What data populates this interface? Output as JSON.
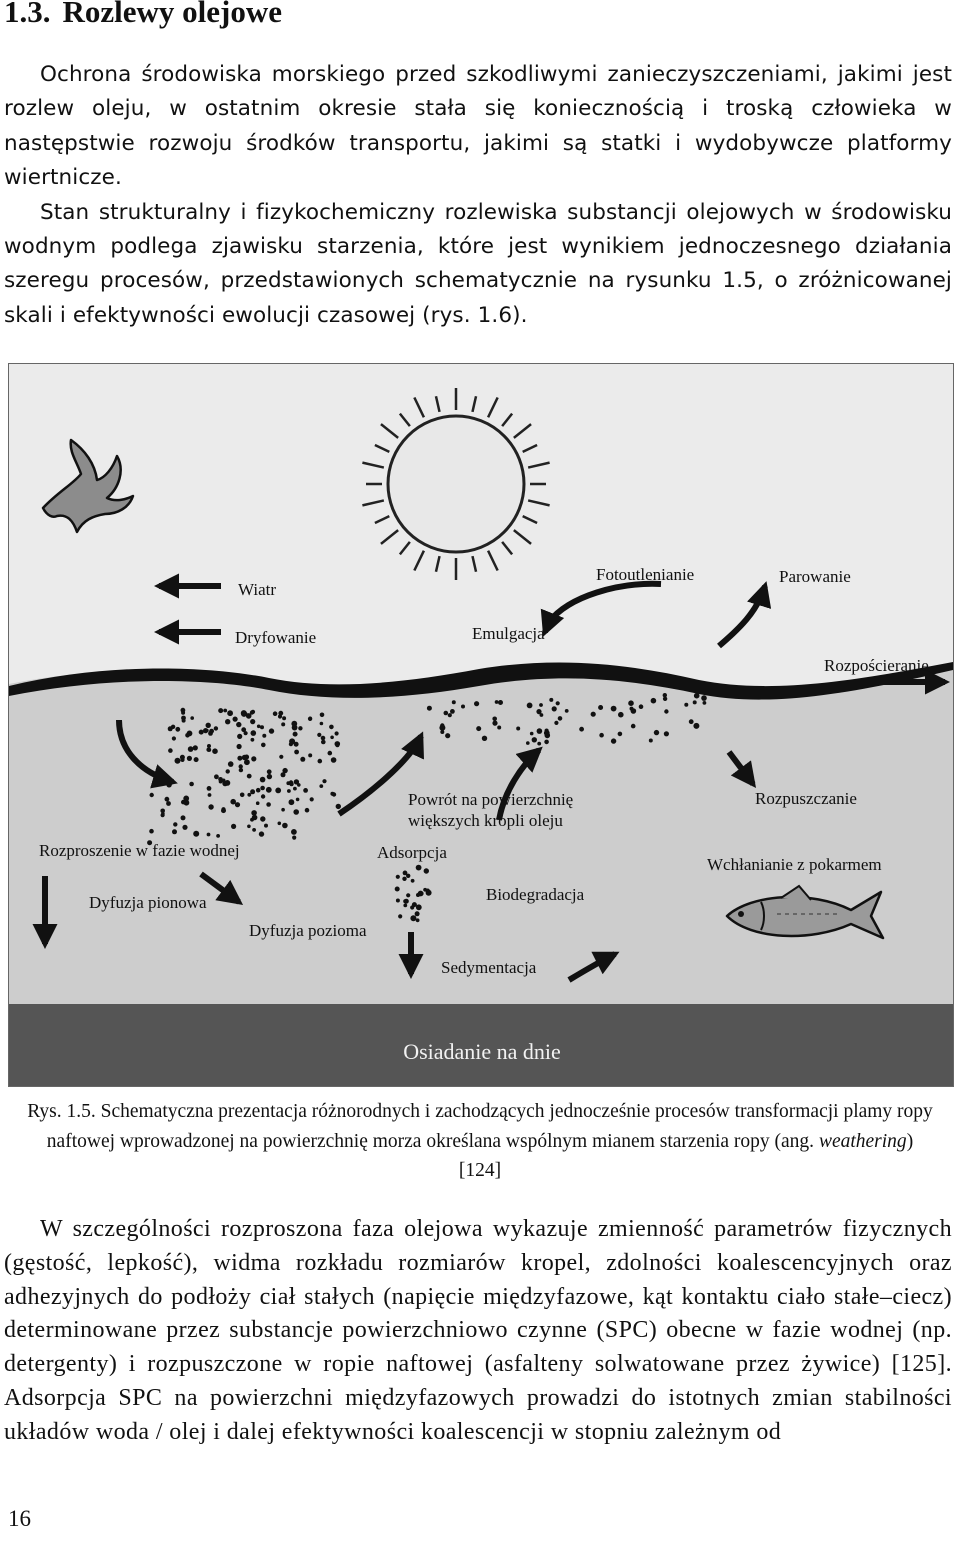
{
  "section": {
    "number": "1.3.",
    "title": "Rozlewy olejowe"
  },
  "paragraphs": {
    "p1": "Ochrona środowiska morskiego przed szkodliwymi zanieczyszczeniami, jakimi jest rozlew oleju, w ostatnim okresie stała się koniecznością i troską człowieka w następstwie rozwoju środków transportu, jakimi są statki i wydobywcze platformy wiertnicze.",
    "p2": "Stan strukturalny i fizykochemiczny rozlewiska substancji olejowych w środowisku wodnym podlega zjawisku starzenia, które jest wynikiem jednoczesnego działania szeregu procesów, przedstawionych schematycznie na rysunku 1.5, o zróżnicowanej skali i efektywności ewolucji czasowej (rys. 1.6).",
    "p3": "W szczególności rozproszona faza olejowa wykazuje zmienność parametrów fizycznych (gęstość, lepkość), widma rozkładu rozmiarów kropel, zdolności koalescencyjnych oraz adhezyjnych do podłoży ciał stałych (napięcie międzyfazowe, kąt kontaktu ciało stałe–ciecz) determinowane przez substancje powierzchniowo czynne (SPC) obecne w fazie wodnej (np. detergenty) i rozpuszczone w ropie naftowej (asfalteny solwatowane przez żywice) [125]. Adsorpcja SPC na powierzchni międzyfazowych prowadzi do istotnych zmian stabilności układów woda / olej i dalej efektywności koalescencji w stopniu zależnym od"
  },
  "figure": {
    "labels": {
      "wiatr": "Wiatr",
      "dryfowanie": "Dryfowanie",
      "fotoutlenianie": "Fotoutlenianie",
      "emulgacja": "Emulgacja",
      "parowanie": "Parowanie",
      "rozposcieranie": "Rozpościeranie",
      "powrot_1": "Powrót na powierzchnię",
      "powrot_2": "większych kropli oleju",
      "rozpuszczanie": "Rozpuszczanie",
      "rozproszenie": "Rozproszenie w fazie wodnej",
      "adsorpcja": "Adsorpcja",
      "wchlanianie": "Wchłanianie z pokarmem",
      "dyfuzja_pionowa": "Dyfuzja pionowa",
      "biodegradacja": "Biodegradacja",
      "dyfuzja_pozioma": "Dyfuzja pozioma",
      "sedymentacja": "Sedymentacja",
      "osiadanie": "Osiadanie na dnie"
    },
    "icons": [
      "bird-icon",
      "sun-icon",
      "fish-icon"
    ],
    "colors": {
      "sky": "#ebebeb",
      "water": "#cdcdcd",
      "seabed": "#555555",
      "sun": "#e8e8e8",
      "oil": "#111111"
    }
  },
  "caption": {
    "intro": "Rys. 1.5.",
    "text": "Schematyczna prezentacja różnorodnych i zachodzących jednocześnie procesów transformacji plamy ropy naftowej wprowadzonej na powierzchnię morza określana wspólnym mianem starzenia ropy (ang.",
    "term": "weathering",
    "ref": ") [124]"
  },
  "page_number": "16"
}
